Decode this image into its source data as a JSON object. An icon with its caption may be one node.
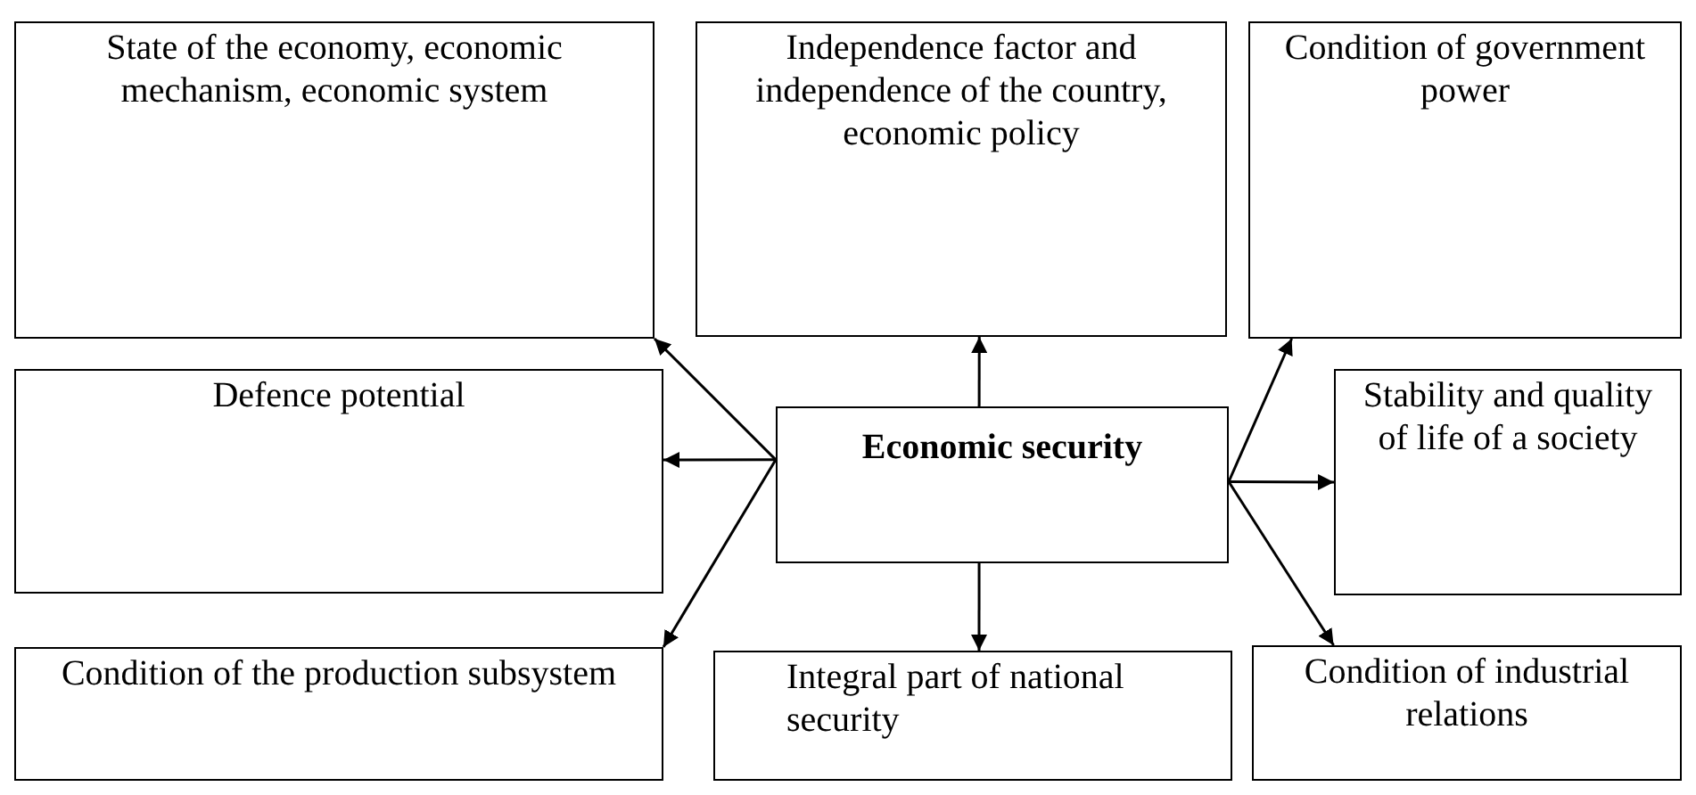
{
  "diagram": {
    "nodes": [
      {
        "text": [
          "State of the economy, economic mechanism, economic system"
        ]
      },
      {
        "text": [
          "Independence factor and independence of the country, economic policy"
        ]
      },
      {
        "text": [
          "Condition of government power"
        ]
      },
      {
        "text": [
          "Defence potential"
        ]
      },
      {
        "text": [
          "Economic security"
        ]
      },
      {
        "text": [
          "Stability and quality of life of a society"
        ]
      },
      {
        "text": [
          "Condition of the production subsystem"
        ]
      },
      {
        "text": [
          "Integral part of national security"
        ]
      },
      {
        "text": [
          "Condition of industrial relations"
        ]
      }
    ],
    "edges": [
      {
        "from": 4,
        "to": 0,
        "arrow": "to"
      },
      {
        "from": 4,
        "to": 1,
        "arrow": "to"
      },
      {
        "from": 4,
        "to": 2,
        "arrow": "to"
      },
      {
        "from": 4,
        "to": 3,
        "arrow": "to"
      },
      {
        "from": 4,
        "to": 5,
        "arrow": "to"
      },
      {
        "from": 4,
        "to": 6,
        "arrow": "to"
      },
      {
        "from": 4,
        "to": 7,
        "arrow": "to"
      },
      {
        "from": 4,
        "to": 8,
        "arrow": "to"
      }
    ]
  }
}
